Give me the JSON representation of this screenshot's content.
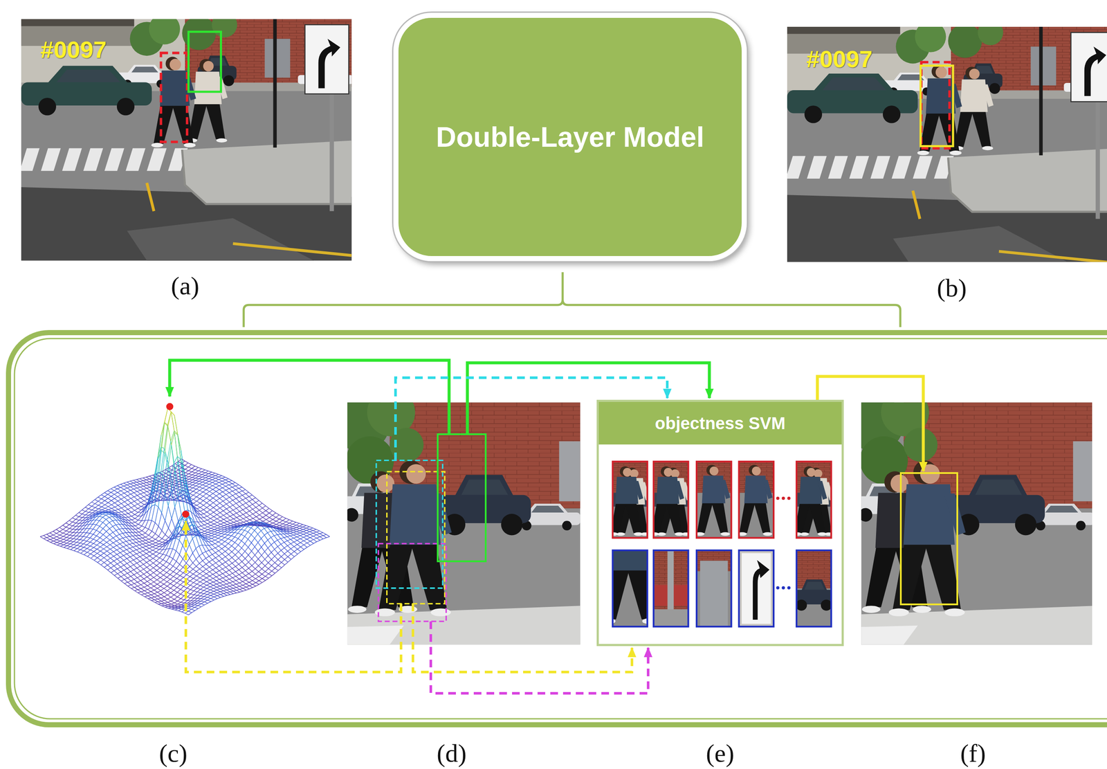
{
  "diagram": {
    "nodes": [
      {
        "text": [
          "Double-Layer Model"
        ]
      },
      {
        "text": [
          "objectness SVM"
        ]
      }
    ],
    "labels": [
      "#0097",
      "#0097",
      "(a)",
      "(b)",
      "(c)",
      "(d)",
      "(e)",
      "(f)"
    ]
  }
}
